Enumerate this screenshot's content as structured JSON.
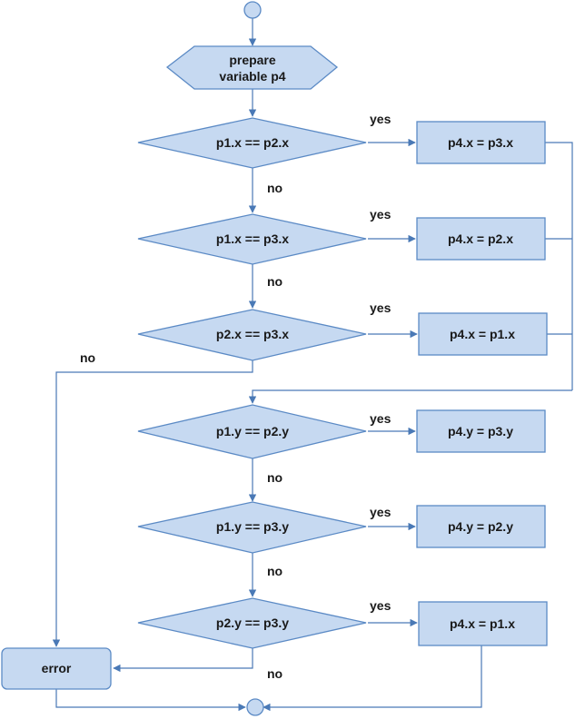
{
  "diagram": {
    "prepare": {
      "line1": "prepare",
      "line2": "variable p4"
    },
    "decisions": [
      {
        "id": "d1",
        "label": "p1.x == p2.x"
      },
      {
        "id": "d2",
        "label": "p1.x == p3.x"
      },
      {
        "id": "d3",
        "label": "p2.x == p3.x"
      },
      {
        "id": "d4",
        "label": "p1.y == p2.y"
      },
      {
        "id": "d5",
        "label": "p1.y == p3.y"
      },
      {
        "id": "d6",
        "label": "p2.y == p3.y"
      }
    ],
    "actions": [
      {
        "id": "a1",
        "label": "p4.x = p3.x"
      },
      {
        "id": "a2",
        "label": "p4.x = p2.x"
      },
      {
        "id": "a3",
        "label": "p4.x = p1.x"
      },
      {
        "id": "a4",
        "label": "p4.y = p3.y"
      },
      {
        "id": "a5",
        "label": "p4.y = p2.y"
      },
      {
        "id": "a6",
        "label": "p4.x = p1.x"
      }
    ],
    "error": {
      "label": "error"
    },
    "edge_labels": {
      "yes": "yes",
      "no": "no"
    }
  }
}
